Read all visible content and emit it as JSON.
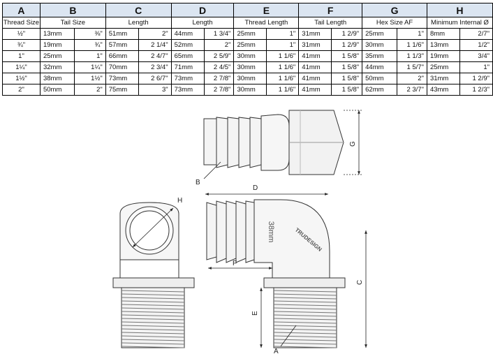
{
  "table": {
    "letters": [
      "A",
      "B",
      "C",
      "D",
      "E",
      "F",
      "G",
      "H"
    ],
    "subheaders": [
      "Thread Size",
      "Tail Size",
      "Length",
      "Length",
      "Thread Length",
      "Tail Length",
      "Hex Size AF",
      "Minimum Internal Ø"
    ],
    "rows": [
      {
        "a": "½\"",
        "b_mm": "13mm",
        "b_in": "⅜\"",
        "c_mm": "51mm",
        "c_in": "2\"",
        "d_mm": "44mm",
        "d_in": "1 3/4\"",
        "e_mm": "25mm",
        "e_in": "1\"",
        "f_mm": "31mm",
        "f_in": "1 2/9\"",
        "g_mm": "25mm",
        "g_in": "1\"",
        "h_mm": "8mm",
        "h_in": "2/7\""
      },
      {
        "a": "¾\"",
        "b_mm": "19mm",
        "b_in": "¾\"",
        "c_mm": "57mm",
        "c_in": "2 1/4\"",
        "d_mm": "52mm",
        "d_in": "2\"",
        "e_mm": "25mm",
        "e_in": "1\"",
        "f_mm": "31mm",
        "f_in": "1 2/9\"",
        "g_mm": "30mm",
        "g_in": "1 1/6\"",
        "h_mm": "13mm",
        "h_in": "1/2\""
      },
      {
        "a": "1\"",
        "b_mm": "25mm",
        "b_in": "1\"",
        "c_mm": "66mm",
        "c_in": "2 4/7\"",
        "d_mm": "65mm",
        "d_in": "2 5/9\"",
        "e_mm": "30mm",
        "e_in": "1 1/6\"",
        "f_mm": "41mm",
        "f_in": "1 5/8\"",
        "g_mm": "35mm",
        "g_in": "1 1/3\"",
        "h_mm": "19mm",
        "h_in": "3/4\""
      },
      {
        "a": "1¼\"",
        "b_mm": "32mm",
        "b_in": "1¼\"",
        "c_mm": "70mm",
        "c_in": "2 3/4\"",
        "d_mm": "71mm",
        "d_in": "2 4/5\"",
        "e_mm": "30mm",
        "e_in": "1 1/6\"",
        "f_mm": "41mm",
        "f_in": "1 5/8\"",
        "g_mm": "44mm",
        "g_in": "1 5/7\"",
        "h_mm": "25mm",
        "h_in": "1\""
      },
      {
        "a": "1½\"",
        "b_mm": "38mm",
        "b_in": "1½\"",
        "c_mm": "73mm",
        "c_in": "2 6/7\"",
        "d_mm": "73mm",
        "d_in": "2 7/8\"",
        "e_mm": "30mm",
        "e_in": "1 1/6\"",
        "f_mm": "41mm",
        "f_in": "1 5/8\"",
        "g_mm": "50mm",
        "g_in": "2\"",
        "h_mm": "31mm",
        "h_in": "1 2/9\""
      },
      {
        "a": "2\"",
        "b_mm": "50mm",
        "b_in": "2\"",
        "c_mm": "75mm",
        "c_in": "3\"",
        "d_mm": "73mm",
        "d_in": "2 7/8\"",
        "e_mm": "30mm",
        "e_in": "1 1/6\"",
        "f_mm": "41mm",
        "f_in": "1 5/8\"",
        "g_mm": "62mm",
        "g_in": "2 3/7\"",
        "h_mm": "43mm",
        "h_in": "1 2/3\""
      }
    ]
  },
  "drawing": {
    "dimension_labels": {
      "a": "A",
      "b": "B",
      "c": "C",
      "d": "D",
      "e": "E",
      "f": "F",
      "g": "G",
      "h": "H"
    },
    "size_mark": "38mm",
    "brand_mark": "TRUDESIGN"
  }
}
